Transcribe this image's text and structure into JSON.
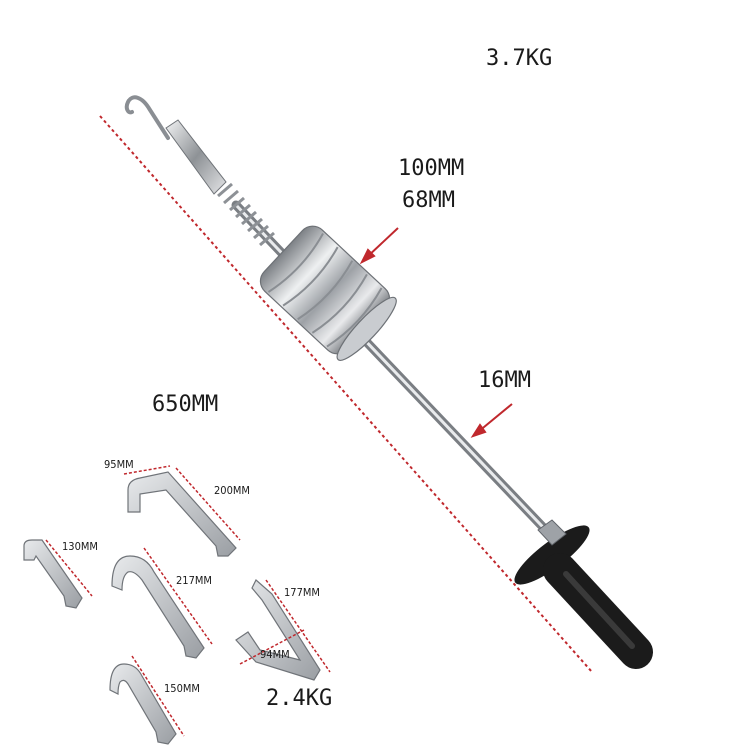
{
  "labels": {
    "total_weight": "3.7KG",
    "weight_diameter": "100MM",
    "weight_bore": "68MM",
    "rod_diameter": "16MM",
    "total_length": "650MM",
    "hooks_weight": "2.4KG",
    "hook_a_width": "95MM",
    "hook_a_length": "200MM",
    "hook_b_length": "130MM",
    "hook_c_length": "217MM",
    "hook_d_length": "177MM",
    "hook_d_width": "94MM",
    "hook_e_length": "150MM"
  },
  "colors": {
    "dimension_line": "#c0282d",
    "metal": "#b9bcc0",
    "handle": "#1b1b1b"
  }
}
